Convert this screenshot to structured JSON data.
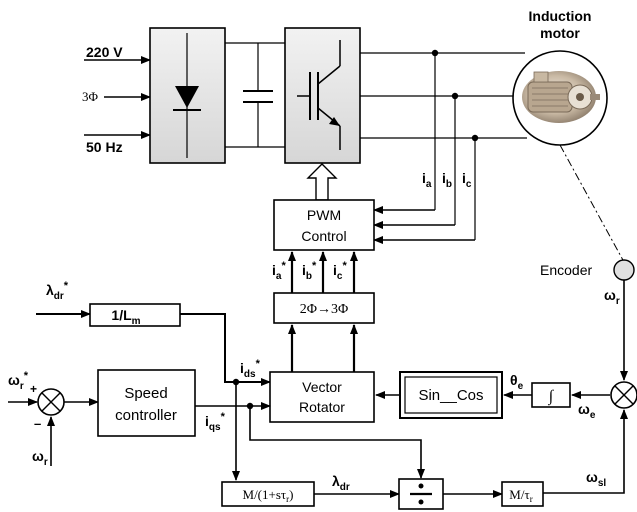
{
  "motor": {
    "line1": "Induction",
    "line2": "motor"
  },
  "supply": {
    "voltage": "220 V",
    "phase": "3Φ",
    "frequency": "50 Hz"
  },
  "currents_measured": {
    "a": "i",
    "a_sub": "a",
    "b": "i",
    "b_sub": "b",
    "c": "i",
    "c_sub": "c"
  },
  "pwm": {
    "line1": "PWM",
    "line2": "Control"
  },
  "refs": {
    "ia": "i",
    "ia_sub": "a",
    "ia_sup": "*",
    "ib": "i",
    "ib_sub": "b",
    "ib_sup": "*",
    "ic": "i",
    "ic_sub": "c",
    "ic_sup": "*"
  },
  "transform": "2Φ→3Φ",
  "lambda_ref": {
    "sym": "λ",
    "sub": "dr",
    "sup": "*"
  },
  "one_over_lm": {
    "main": "1/L",
    "sub": "m"
  },
  "ids_ref": {
    "sym": "i",
    "sub": "ds",
    "sup": "*"
  },
  "iqs_ref": {
    "sym": "i",
    "sub": "qs",
    "sup": "*"
  },
  "vector_rotator": {
    "line1": "Vector",
    "line2": "Rotator"
  },
  "sincos": "Sin__Cos",
  "theta": {
    "sym": "θ",
    "sub": "e"
  },
  "integrator": "∫",
  "omega_e": {
    "sym": "ω",
    "sub": "e"
  },
  "omega_r_enc": {
    "sym": "ω",
    "sub": "r"
  },
  "encoder": "Encoder",
  "omega_sl": {
    "sym": "ω",
    "sub": "sl"
  },
  "speed_controller": {
    "line1": "Speed",
    "line2": "controller"
  },
  "omega_r_ref": {
    "sym": "ω",
    "sub": "r",
    "sup": "*"
  },
  "omega_r_fb": {
    "sym": "ω",
    "sub": "r"
  },
  "signs": {
    "plus": "+",
    "minus": "–"
  },
  "flux_filter": {
    "text": "M/(1+sτ",
    "sub": "r",
    "close": ")"
  },
  "lambda_dr": {
    "sym": "λ",
    "sub": "dr"
  },
  "slip_gain": {
    "text": "M/τ",
    "sub": "r"
  }
}
